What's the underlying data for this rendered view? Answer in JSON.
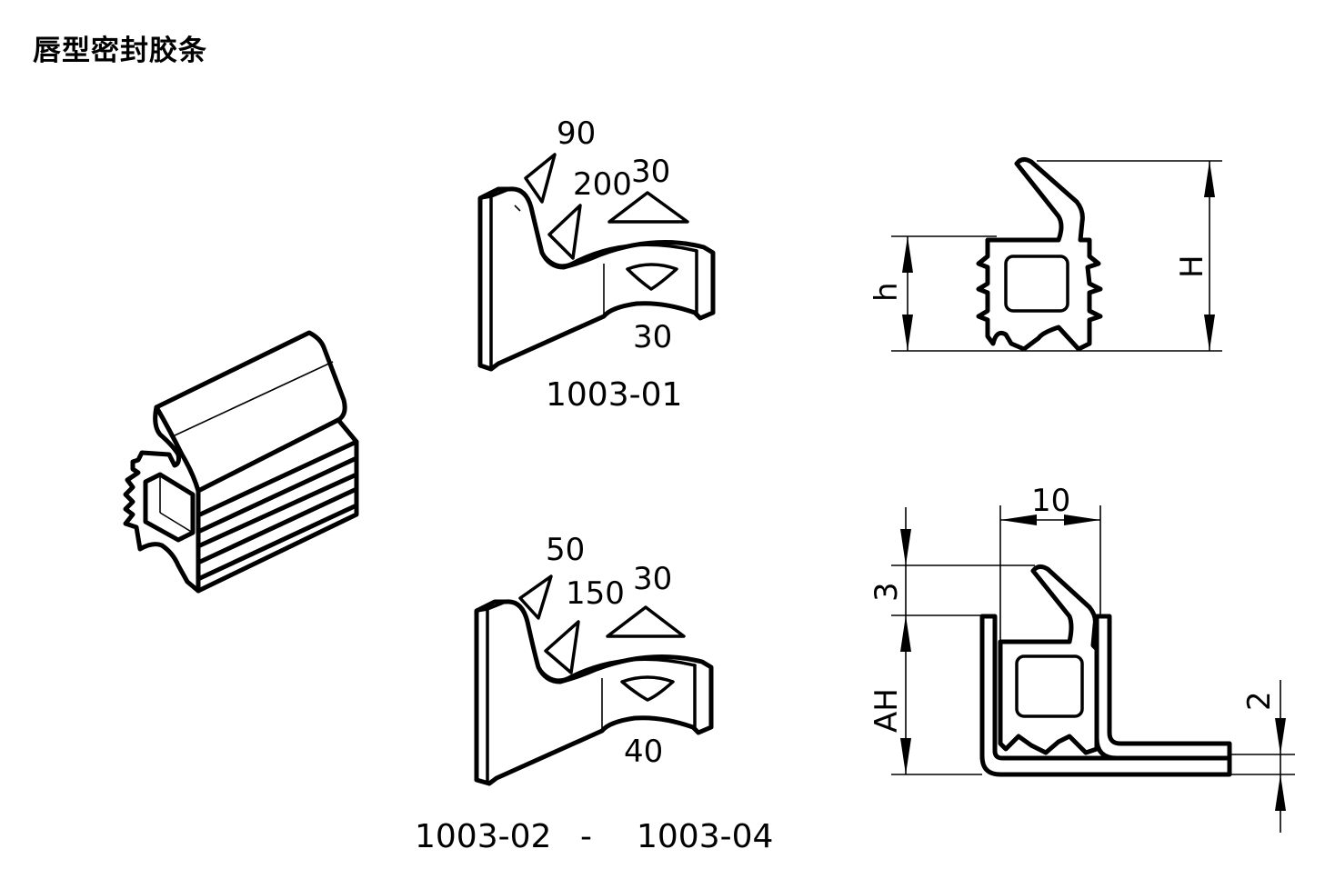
{
  "title": "唇型密封胶条",
  "sections": {
    "spec_top": {
      "part_number": "1003-01",
      "symbols": [
        {
          "icon": "triangle-symbol-icon",
          "value": "90"
        },
        {
          "icon": "triangle-symbol-icon",
          "value": "200"
        },
        {
          "icon": "triangle-symbol-icon",
          "value": "30"
        },
        {
          "icon": "diamond-symbol-icon",
          "value": "30"
        }
      ]
    },
    "spec_bottom": {
      "part_number_from": "1003-02",
      "separator": "-",
      "part_number_to": "1003-04",
      "symbols": [
        {
          "icon": "triangle-symbol-icon",
          "value": "50"
        },
        {
          "icon": "triangle-symbol-icon",
          "value": "150"
        },
        {
          "icon": "triangle-symbol-icon",
          "value": "30"
        },
        {
          "icon": "diamond-symbol-icon",
          "value": "40"
        }
      ]
    },
    "profile_top": {
      "dim_small_height": "h",
      "dim_total_height": "H"
    },
    "profile_bottom": {
      "dim_width": "10",
      "dim_lip": "3",
      "dim_mount_height": "AH",
      "dim_thickness": "2"
    }
  }
}
